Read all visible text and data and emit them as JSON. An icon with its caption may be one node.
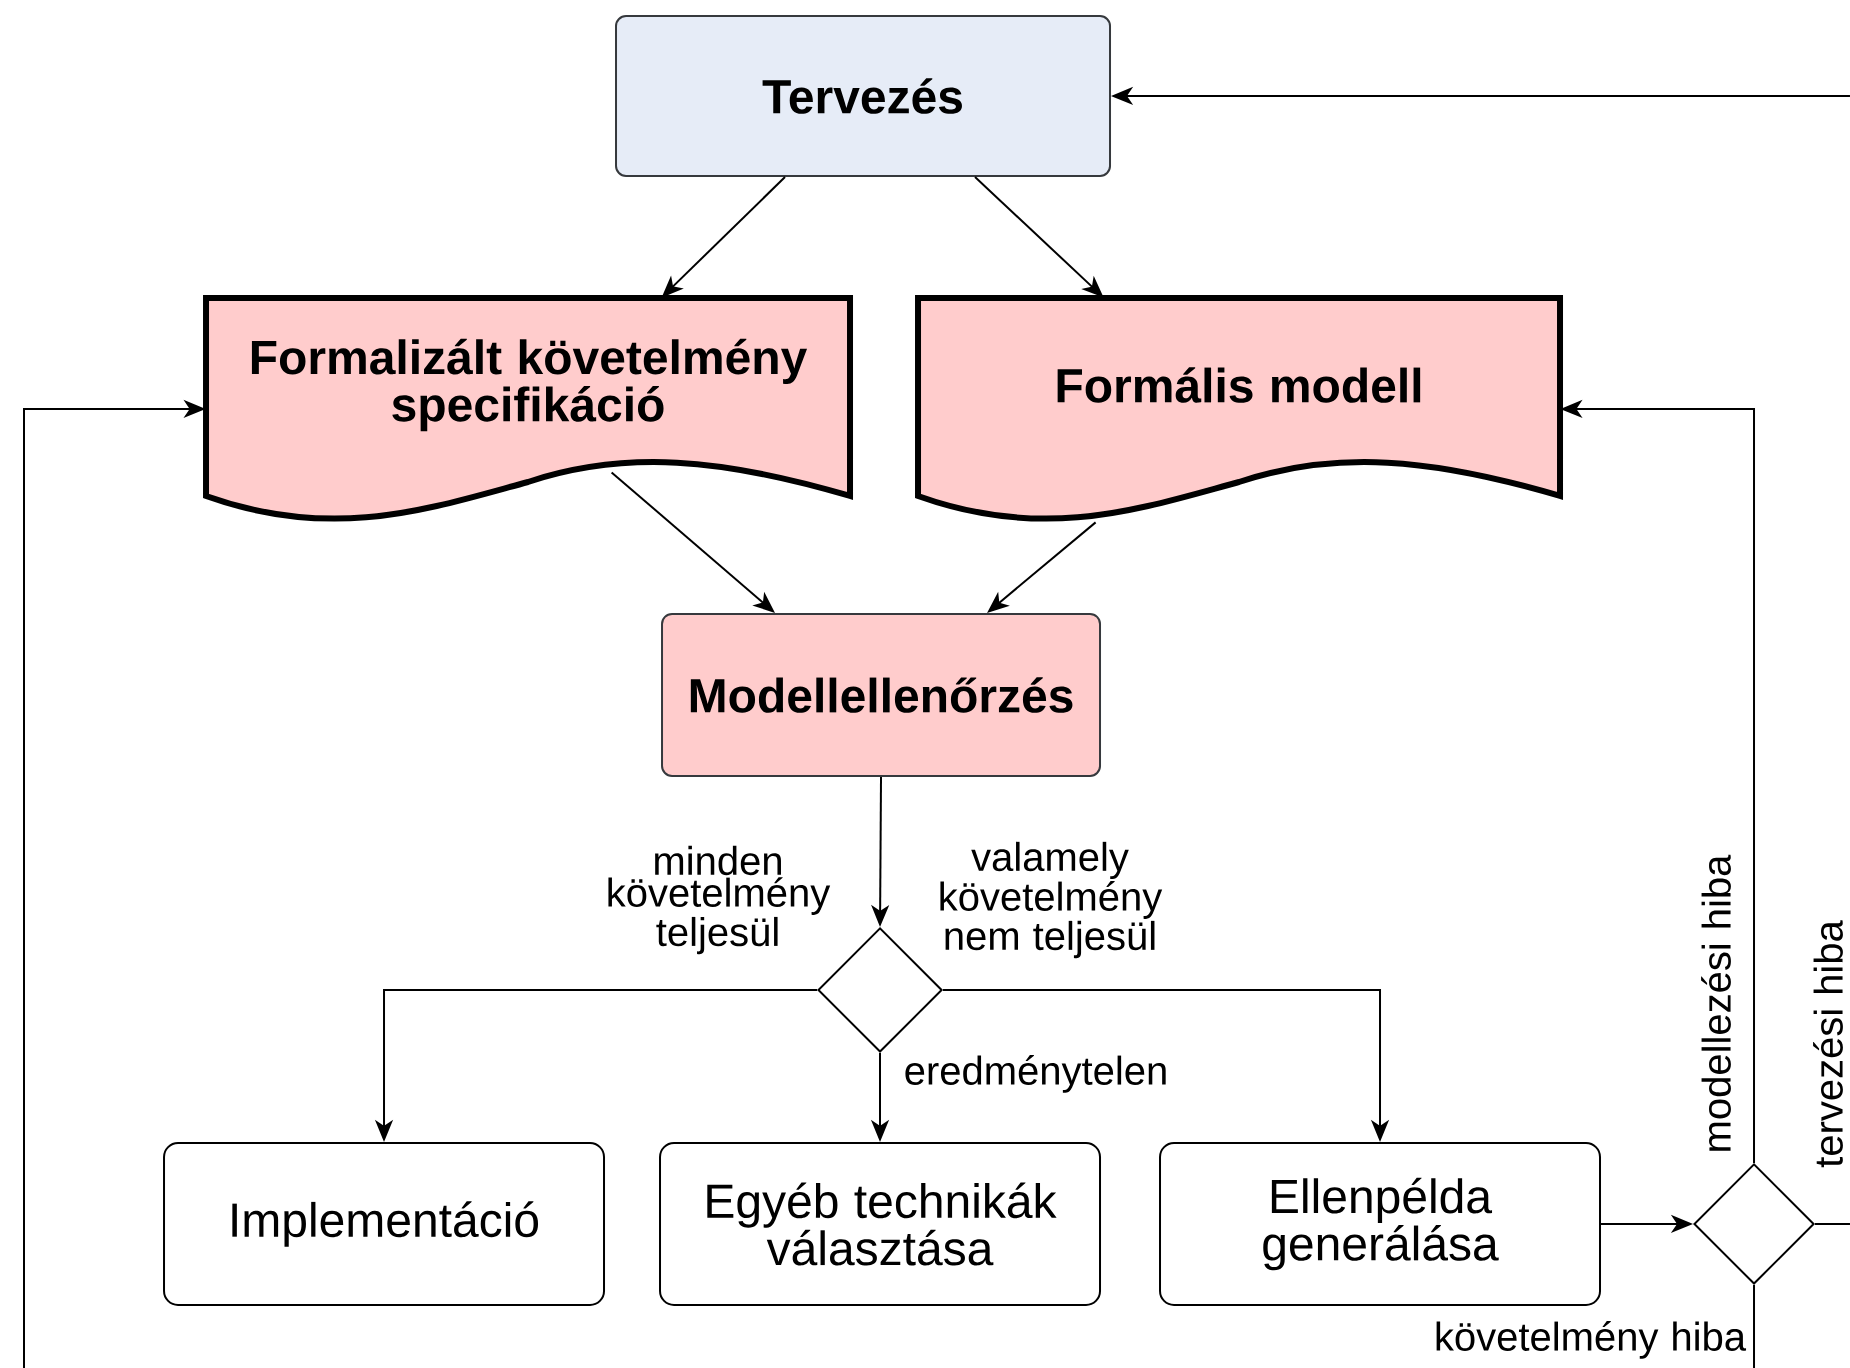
{
  "diagram": {
    "nodes": [
      {
        "text": [
          "Tervezés"
        ]
      },
      {
        "text": [
          "Formalizált követelmény specifikáció"
        ]
      },
      {
        "text": [
          "Formális modell"
        ]
      },
      {
        "text": [
          "Modellellenőrzés"
        ]
      },
      {
        "text": [],
        "shape": "diamond"
      },
      {
        "text": [
          "Implementáció"
        ]
      },
      {
        "text": [
          "Egyéb technikák választása"
        ]
      },
      {
        "text": [
          "Ellenpélda generálása"
        ]
      },
      {
        "text": [],
        "shape": "diamond"
      }
    ],
    "edges": [
      {
        "from": 0,
        "to": 1,
        "arrow": "to"
      },
      {
        "from": 0,
        "to": 2,
        "arrow": "to"
      },
      {
        "from": 1,
        "to": 3,
        "arrow": "to"
      },
      {
        "from": 2,
        "to": 3,
        "arrow": "to"
      },
      {
        "from": 3,
        "to": 4,
        "arrow": "to"
      },
      {
        "from": 4,
        "to": 5,
        "arrow": "to",
        "label": "minden követelmény teljesül"
      },
      {
        "from": 4,
        "to": 6,
        "arrow": "to",
        "label": "eredménytelen"
      },
      {
        "from": 4,
        "to": 7,
        "arrow": "to",
        "label": "valamely követelmény nem teljesül"
      },
      {
        "from": 7,
        "to": 8,
        "arrow": "to"
      },
      {
        "from": 8,
        "to": 2,
        "arrow": "to",
        "label": "modellezési hiba"
      },
      {
        "from": 8,
        "to": null,
        "arrow": "none",
        "label": "tervezési hiba"
      },
      {
        "from": null,
        "to": 0,
        "arrow": "to"
      },
      {
        "from": 8,
        "to": null,
        "arrow": "none",
        "label": "követelmény hiba"
      },
      {
        "from": null,
        "to": 1,
        "arrow": "to"
      }
    ]
  }
}
